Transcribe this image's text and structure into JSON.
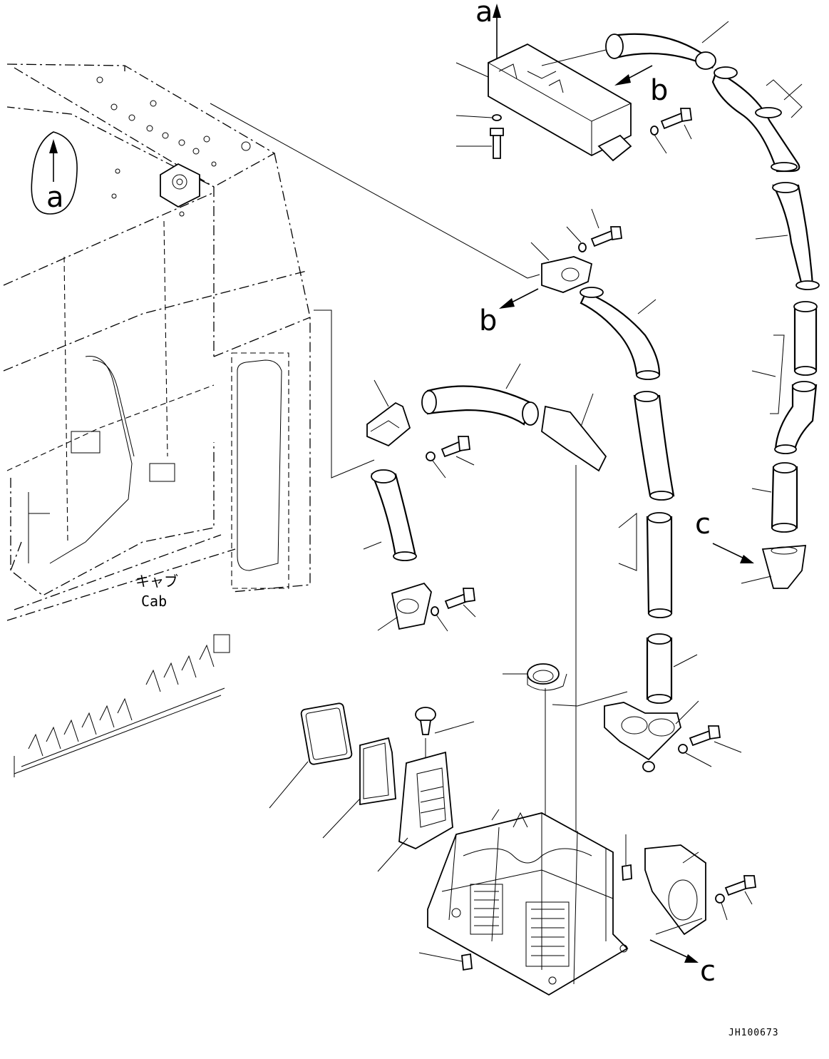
{
  "labels": {
    "view_a": "a",
    "view_b": "b",
    "view_c": "c",
    "cab_jp": "キャブ",
    "cab_en": "Cab",
    "drawing_code": "JH100673"
  }
}
